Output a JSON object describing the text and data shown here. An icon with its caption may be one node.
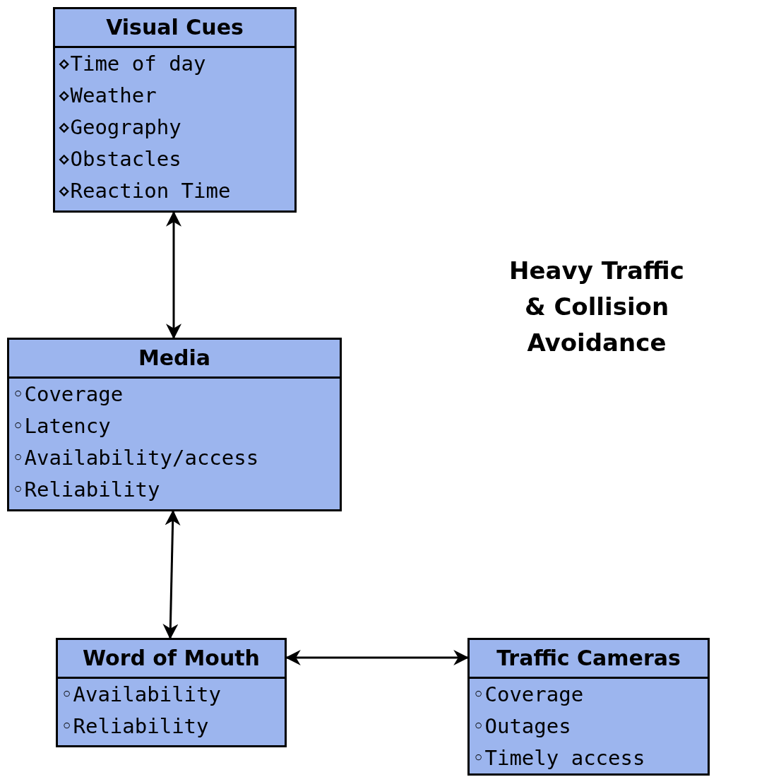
{
  "diagram": {
    "title": "Heavy Traffic & Collision Avoidance",
    "nodes": [
      {
        "text": [
          "Visual Cues",
          "⋄Time of day",
          "⋄Weather",
          "⋄Geography",
          "⋄Obstacles",
          "⋄Reaction Time"
        ]
      },
      {
        "text": [
          "Media",
          "◦Coverage",
          "◦Latency",
          "◦Availability/access",
          "◦Reliability"
        ]
      },
      {
        "text": [
          "Word of Mouth",
          "◦Availability",
          "◦Reliability"
        ]
      },
      {
        "text": [
          "Traffic Cameras",
          "◦Coverage",
          "◦Outages",
          "◦Timely access"
        ]
      }
    ],
    "edges": [
      {
        "from": 0,
        "to": 1,
        "arrow": "both"
      },
      {
        "from": 1,
        "to": 2,
        "arrow": "both"
      },
      {
        "from": 2,
        "to": 3,
        "arrow": "both"
      }
    ]
  }
}
